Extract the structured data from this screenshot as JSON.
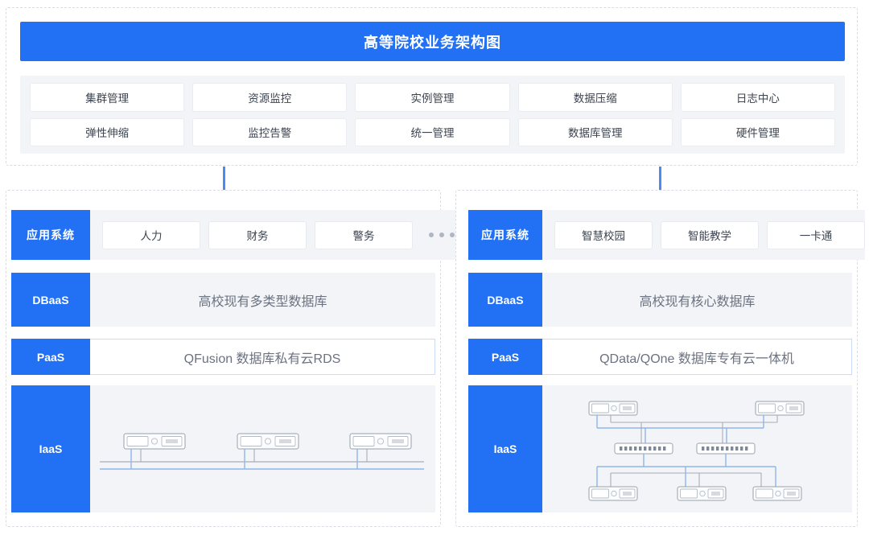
{
  "header": {
    "title": "高等院校业务架构图"
  },
  "platform_capabilities": {
    "row1": [
      "集群管理",
      "资源监控",
      "实例管理",
      "数据压缩",
      "日志中心"
    ],
    "row2": [
      "弹性伸缩",
      "监控告警",
      "统一管理",
      "数据库管理",
      "硬件管理"
    ]
  },
  "left_panel": {
    "app_layer": {
      "tag": "应用系统",
      "items": [
        "人力",
        "财务",
        "警务"
      ],
      "overflow": "•••"
    },
    "dbaas_layer": {
      "tag": "DBaaS",
      "text": "高校现有多类型数据库"
    },
    "paas_layer": {
      "tag": "PaaS",
      "text": "QFusion 数据库私有云RDS"
    },
    "iaas_layer": {
      "tag": "IaaS",
      "topology": "bus",
      "server_count": 3
    }
  },
  "right_panel": {
    "app_layer": {
      "tag": "应用系统",
      "items": [
        "智慧校园",
        "智能教学",
        "一卡通"
      ],
      "overflow": ""
    },
    "dbaas_layer": {
      "tag": "DBaaS",
      "text": "高校现有核心数据库"
    },
    "paas_layer": {
      "tag": "PaaS",
      "text": "QData/QOne 数据库专有云一体机"
    },
    "iaas_layer": {
      "tag": "IaaS",
      "topology": "tree",
      "top_server_count": 2,
      "switch_count": 2,
      "bottom_server_count": 3
    }
  },
  "colors": {
    "accent_blue": "#2271f5",
    "panel_grey": "#f2f4f7",
    "line_blue": "#8fb6e8",
    "line_grey": "#a8adb6",
    "dashed_border": "#d9dde3",
    "text_dark": "#3d4450",
    "text_muted": "#6b7280"
  }
}
